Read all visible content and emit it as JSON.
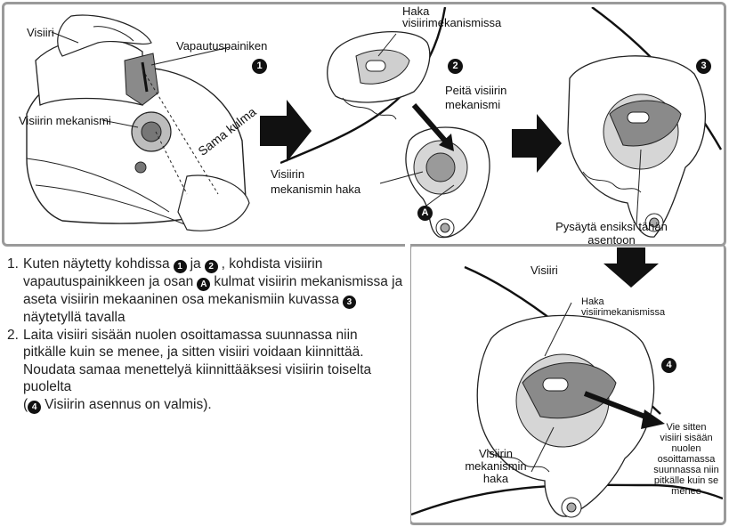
{
  "panel1": {
    "visor_label": "Visiiri",
    "release_button_label": "Vapautuspainiken",
    "mechanism_label": "Visiirin mekanismi",
    "angle_label": "Sama kulma",
    "step_badge": "1"
  },
  "panel2": {
    "hook_label": "Haka\nvisiirimekanismissa",
    "cover_label": "Peitä visiirin\nmekanismi",
    "mech_hook_label": "Visiirin\nmekanismin haka",
    "step_badge": "2",
    "part_badge": "A"
  },
  "panel3": {
    "stop_label": "Pysäytä ensiksi tähän\nasentoon",
    "step_badge": "3"
  },
  "panel4": {
    "visor_label": "Visiiri",
    "hook_label": "Haka\nvisiirimekanismissa",
    "mech_hook_label": "Visiirin\nmekanismin\nhaka",
    "insert_label": "Vie sitten\nvisiiri sisään\nnuolen\nosoittamassa\nsuunnassa niin\npitkälle kuin se\nmenee",
    "step_badge": "4"
  },
  "instructions": {
    "item1": {
      "num": "1.",
      "text_a": "Kuten näytetty kohdissa",
      "badge_a": "1",
      "text_b": "ja",
      "badge_b": "2",
      "text_c": ", kohdista visiirin vapautuspainikkeen ja osan",
      "badge_c": "A",
      "text_d": "kulmat visiirin mekanismissa ja aseta visiirin mekaaninen osa mekanismiin kuvassa",
      "badge_d": "3",
      "text_e": "näytetyllä tavalla"
    },
    "item2": {
      "num": "2.",
      "text_a": "Laita visiiri sisään nuolen osoittamassa suunnassa niin pitkälle kuin se menee, ja sitten visiiri voidaan kiinnittää. Noudata samaa menettelyä kiinnittääksesi visiirin toiselta puolelta",
      "text_b": "(",
      "badge_b": "4",
      "text_c": "Visiirin asennus on valmis)."
    }
  },
  "colors": {
    "frame": "#9a9a9a",
    "ink": "#111111",
    "grey_part": "#8a8a8a"
  }
}
